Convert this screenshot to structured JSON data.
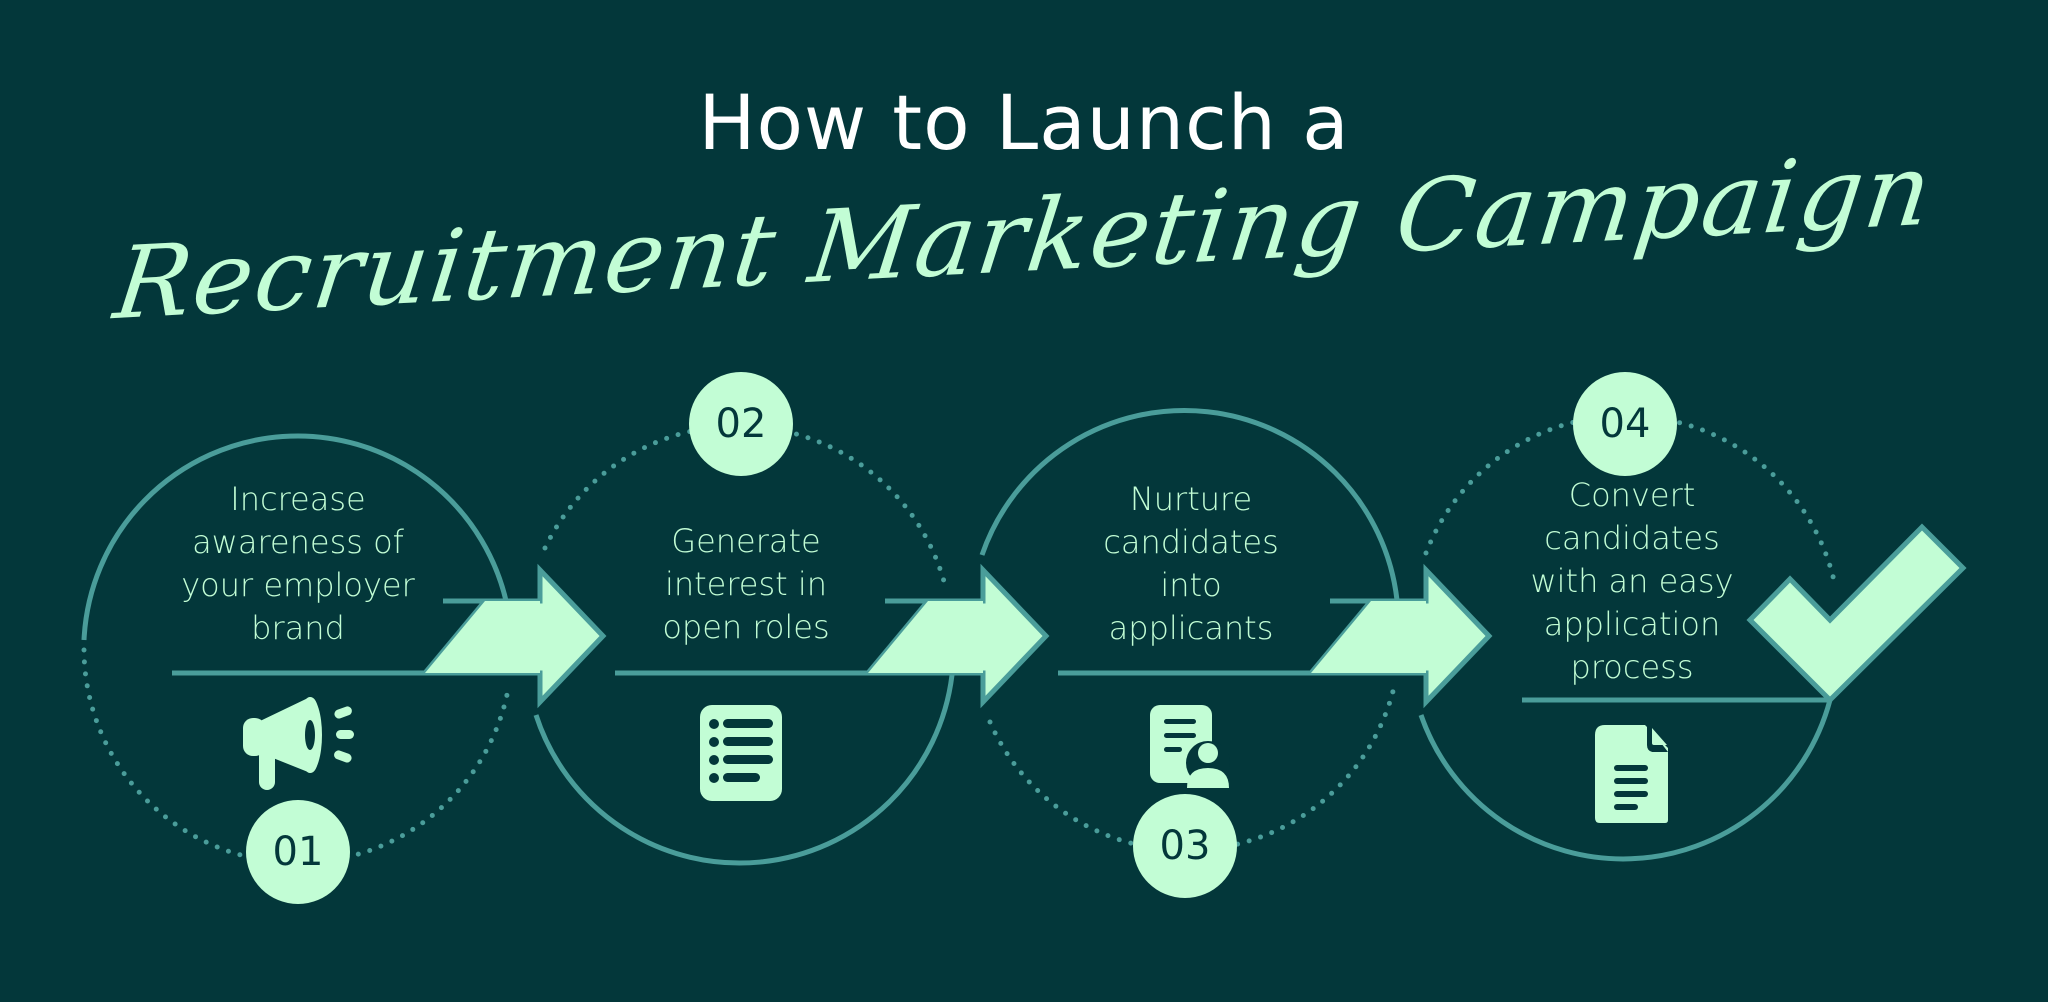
{
  "title": {
    "line1": "How to Launch a",
    "line2": "Recruitment Marketing Campaign"
  },
  "colors": {
    "background": "#03373a",
    "accent": "#c2fdd5",
    "outline": "#4a9d9a",
    "title": "#ffffff"
  },
  "steps": [
    {
      "number": "01",
      "text": "Increase awareness of your employer brand",
      "lines": [
        "Increase",
        "awareness of",
        "your employer",
        "brand"
      ],
      "icon": "megaphone-icon"
    },
    {
      "number": "02",
      "text": "Generate interest in open roles",
      "lines": [
        "Generate",
        "interest in",
        "open roles"
      ],
      "icon": "list-document-icon"
    },
    {
      "number": "03",
      "text": "Nurture candidates into applicants",
      "lines": [
        "Nurture",
        "candidates",
        "into",
        "applicants"
      ],
      "icon": "candidate-profile-icon"
    },
    {
      "number": "04",
      "text": "Convert candidates with an easy application process",
      "lines": [
        "Convert",
        "candidates",
        "with an easy",
        "application",
        "process"
      ],
      "icon": "document-icon"
    }
  ],
  "final_icon": "checkmark-icon"
}
